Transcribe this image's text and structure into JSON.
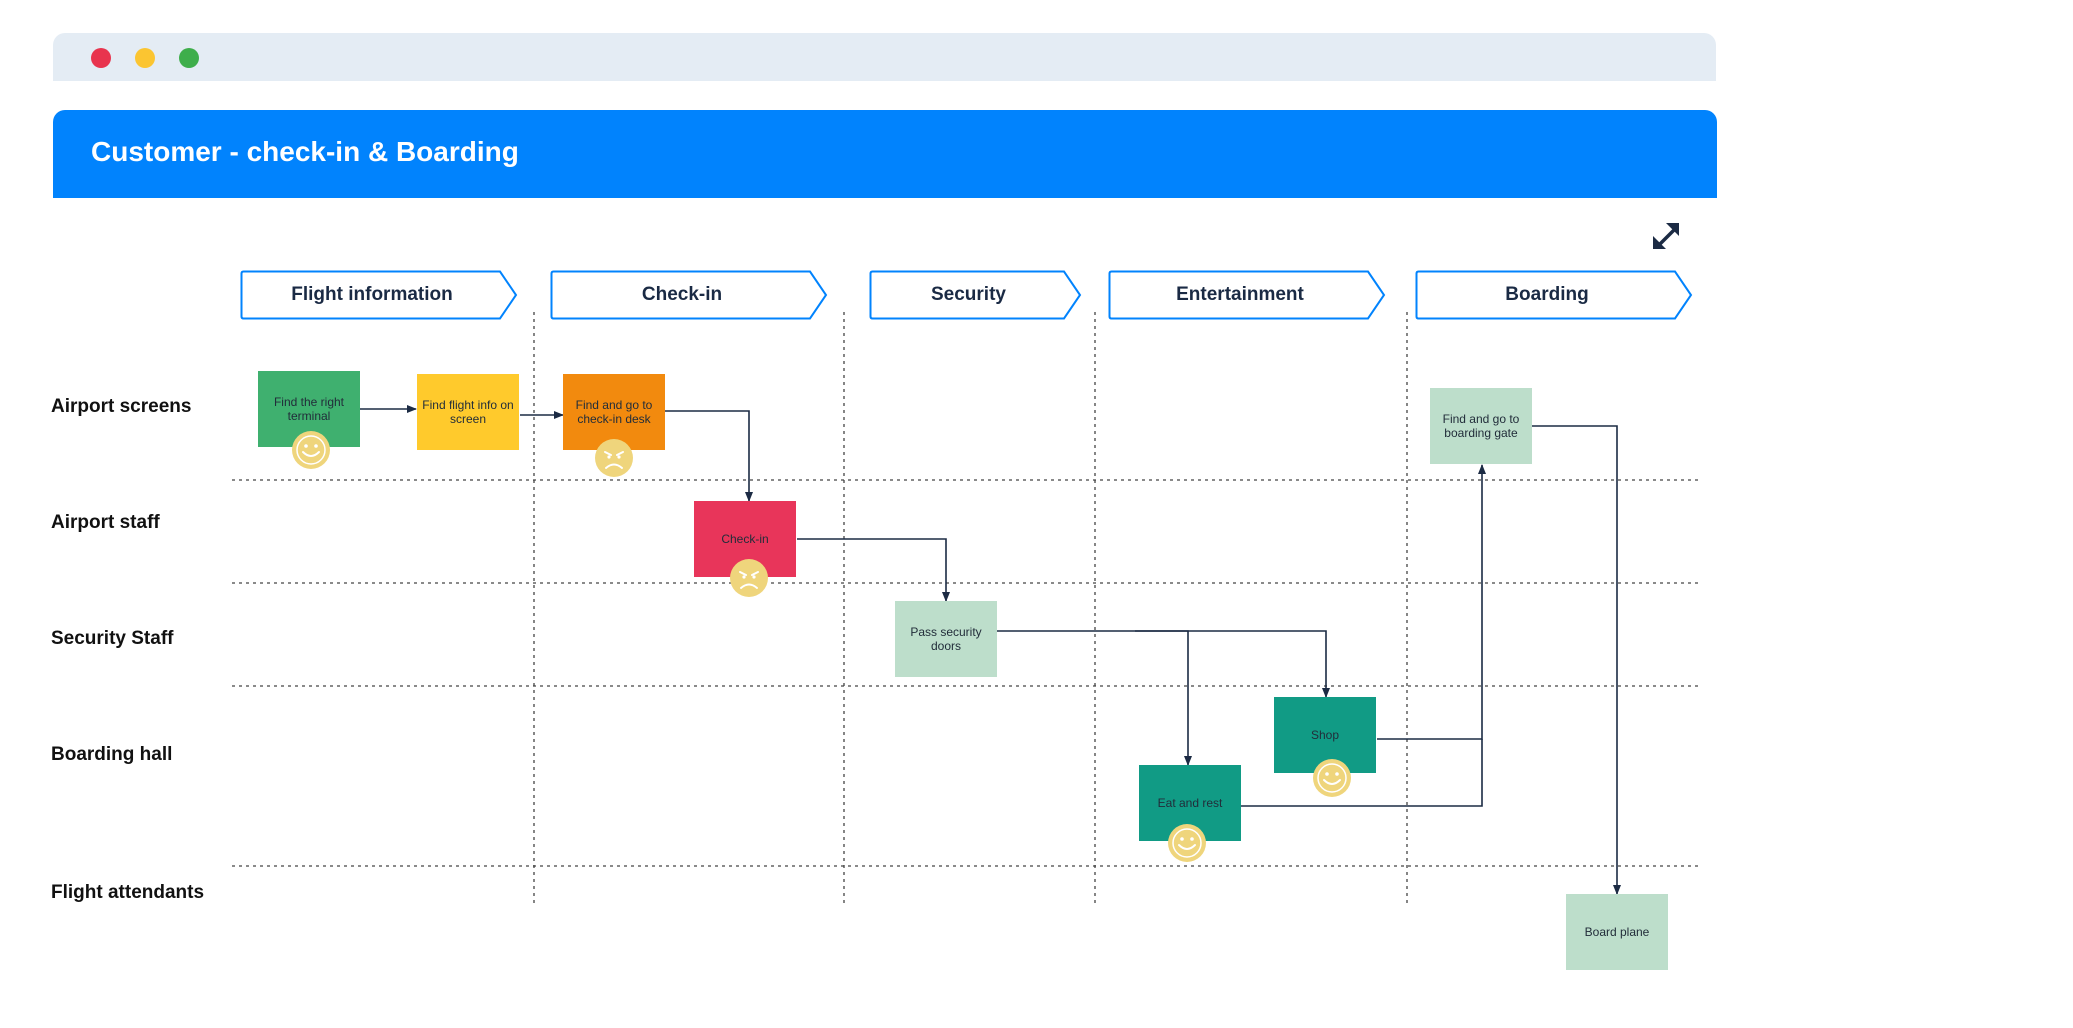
{
  "title": "Customer - check-in & Boarding",
  "phases": [
    "Flight information",
    "Check-in",
    "Security",
    "Entertainment",
    "Boarding"
  ],
  "lanes": [
    "Airport screens",
    "Airport staff",
    "Security Staff",
    "Boarding hall",
    "Flight attendants"
  ],
  "steps": [
    {
      "label": "Find the right terminal",
      "color": "#3fb06f",
      "emotion": "happy"
    },
    {
      "label": "Find flight info on screen",
      "color": "#ffca2c"
    },
    {
      "label": "Find and go to check-in desk",
      "color": "#f28a0e",
      "emotion": "angry"
    },
    {
      "label": "Check-in",
      "color": "#e8355a",
      "emotion": "angry"
    },
    {
      "label": "Pass security doors",
      "color": "#bddecb"
    },
    {
      "label": "Shop",
      "color": "#119b85",
      "emotion": "happy"
    },
    {
      "label": "Eat and rest",
      "color": "#119b85",
      "emotion": "happy"
    },
    {
      "label": "Find and go to boarding gate",
      "color": "#bddecb"
    },
    {
      "label": "Board plane",
      "color": "#bddecb"
    }
  ],
  "colors": {
    "header": "#0183fd",
    "phase_border": "#0183fd",
    "connector": "#1c2b44",
    "face": "#efd57c"
  },
  "icons": {
    "expand": "expand-arrows-icon",
    "happy": "smiley-face-icon",
    "angry": "angry-face-icon"
  }
}
